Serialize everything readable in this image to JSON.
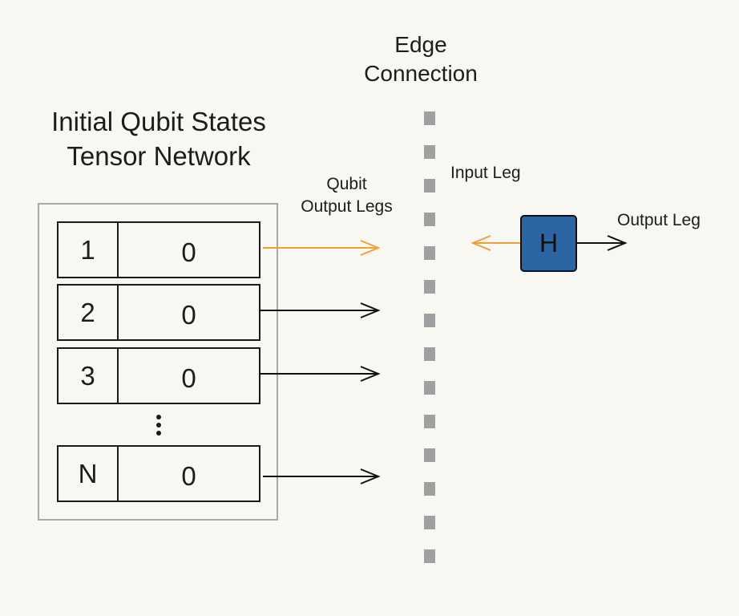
{
  "title_lines": [
    "Initial Qubit States",
    "Tensor Network"
  ],
  "edge_title_lines": [
    "Edge",
    "Connection"
  ],
  "qubit_output_legs_lines": [
    "Qubit",
    "Output Legs"
  ],
  "input_leg_label": "Input Leg",
  "output_leg_label": "Output Leg",
  "qubits": [
    {
      "index": "1",
      "value": "0"
    },
    {
      "index": "2",
      "value": "0"
    },
    {
      "index": "3",
      "value": "0"
    },
    {
      "index": "N",
      "value": "0"
    }
  ],
  "gate_label": "H",
  "colors": {
    "highlight_leg": "#f0a037",
    "gate_fill": "#2d64a3",
    "edge_line": "#a0a0a0"
  }
}
